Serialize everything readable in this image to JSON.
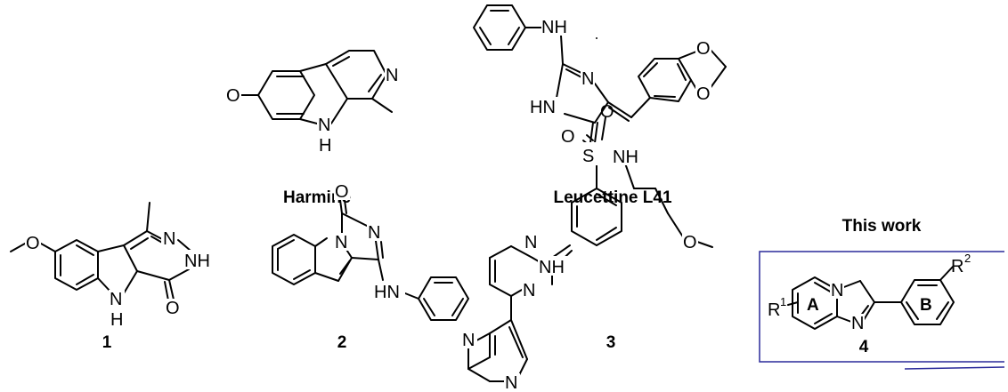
{
  "labels": {
    "harmine": "Harmine",
    "leucettine": "Leucettine L41",
    "this_work": "This work",
    "c1": "1",
    "c2": "2",
    "c3": "3",
    "c4": "4"
  },
  "atoms": {
    "N": "N",
    "O": "O",
    "S": "S",
    "H": "H",
    "NH": "NH",
    "HN": "HN",
    "R": "R",
    "one": "1",
    "two": "2",
    "ringA": "A",
    "ringB": "B"
  },
  "colors": {
    "frame": "#2a2a9a"
  }
}
